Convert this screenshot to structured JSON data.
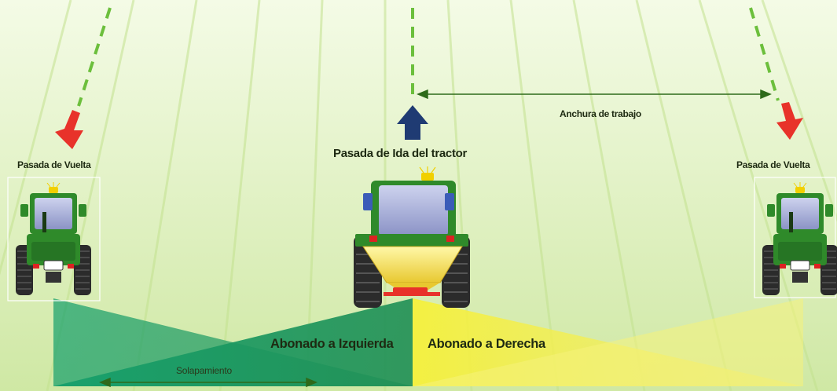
{
  "labels": {
    "center_pass": "Pasada de Ida del tractor",
    "left_pass": "Pasada de Vuelta",
    "right_pass": "Pasada de Vuelta",
    "working_width": "Anchura de trabajo",
    "left_spread": "Abonado a Izquierda",
    "right_spread": "Abonado a Derecha",
    "overlap": "Solapamiento"
  },
  "colors": {
    "field_light": "#e9f5d0",
    "field_stripe": "#c9e49a",
    "guide_line": "#6cbf3c",
    "forward_arrow": "#1f3b73",
    "return_arrow": "#e8322a",
    "left_spread": "#1a9b6a",
    "right_spread": "#f1ee4a",
    "tractor_body": "#2f8a2a",
    "hopper": "#f4e24a"
  },
  "icons": [
    "forward-arrow-icon",
    "return-arrow-icon",
    "tractor-icon",
    "fertilizer-spreader-icon",
    "double-arrow-icon"
  ]
}
